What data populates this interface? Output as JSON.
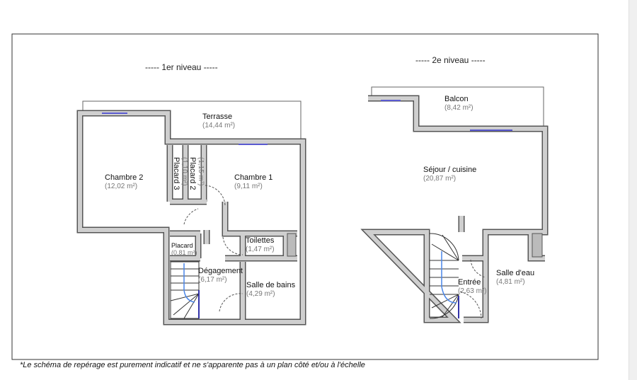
{
  "level1": {
    "title": "----- 1er niveau -----",
    "rooms": [
      {
        "name": "Terrasse",
        "area": "(14,44 m²)"
      },
      {
        "name": "Chambre 2",
        "area": "(12,02 m²)"
      },
      {
        "name": "Chambre 1",
        "area": "(9,11 m²)"
      },
      {
        "name": "Placard 3",
        "area": "(1,10 m²)"
      },
      {
        "name": "Placard 2",
        "area": "(1,15 m²)"
      },
      {
        "name": "Placard",
        "area": "(0,81 m²)"
      },
      {
        "name": "Toilettes",
        "area": "(1,47 m²)"
      },
      {
        "name": "Dégagement",
        "area": "(6,17 m²)"
      },
      {
        "name": "Salle de bains",
        "area": "(4,29 m²)"
      }
    ]
  },
  "level2": {
    "title": "----- 2e niveau -----",
    "rooms": [
      {
        "name": "Balcon",
        "area": "(8,42 m²)"
      },
      {
        "name": "Séjour / cuisine",
        "area": "(20,87 m²)"
      },
      {
        "name": "Entrée",
        "area": "(2,63 m²)"
      },
      {
        "name": "Salle d'eau",
        "area": "(4,81 m²)"
      }
    ]
  },
  "footnote": "*Le schéma de repérage est purement indicatif et ne s'apparente pas à un plan côté et/ou à l'échelle"
}
